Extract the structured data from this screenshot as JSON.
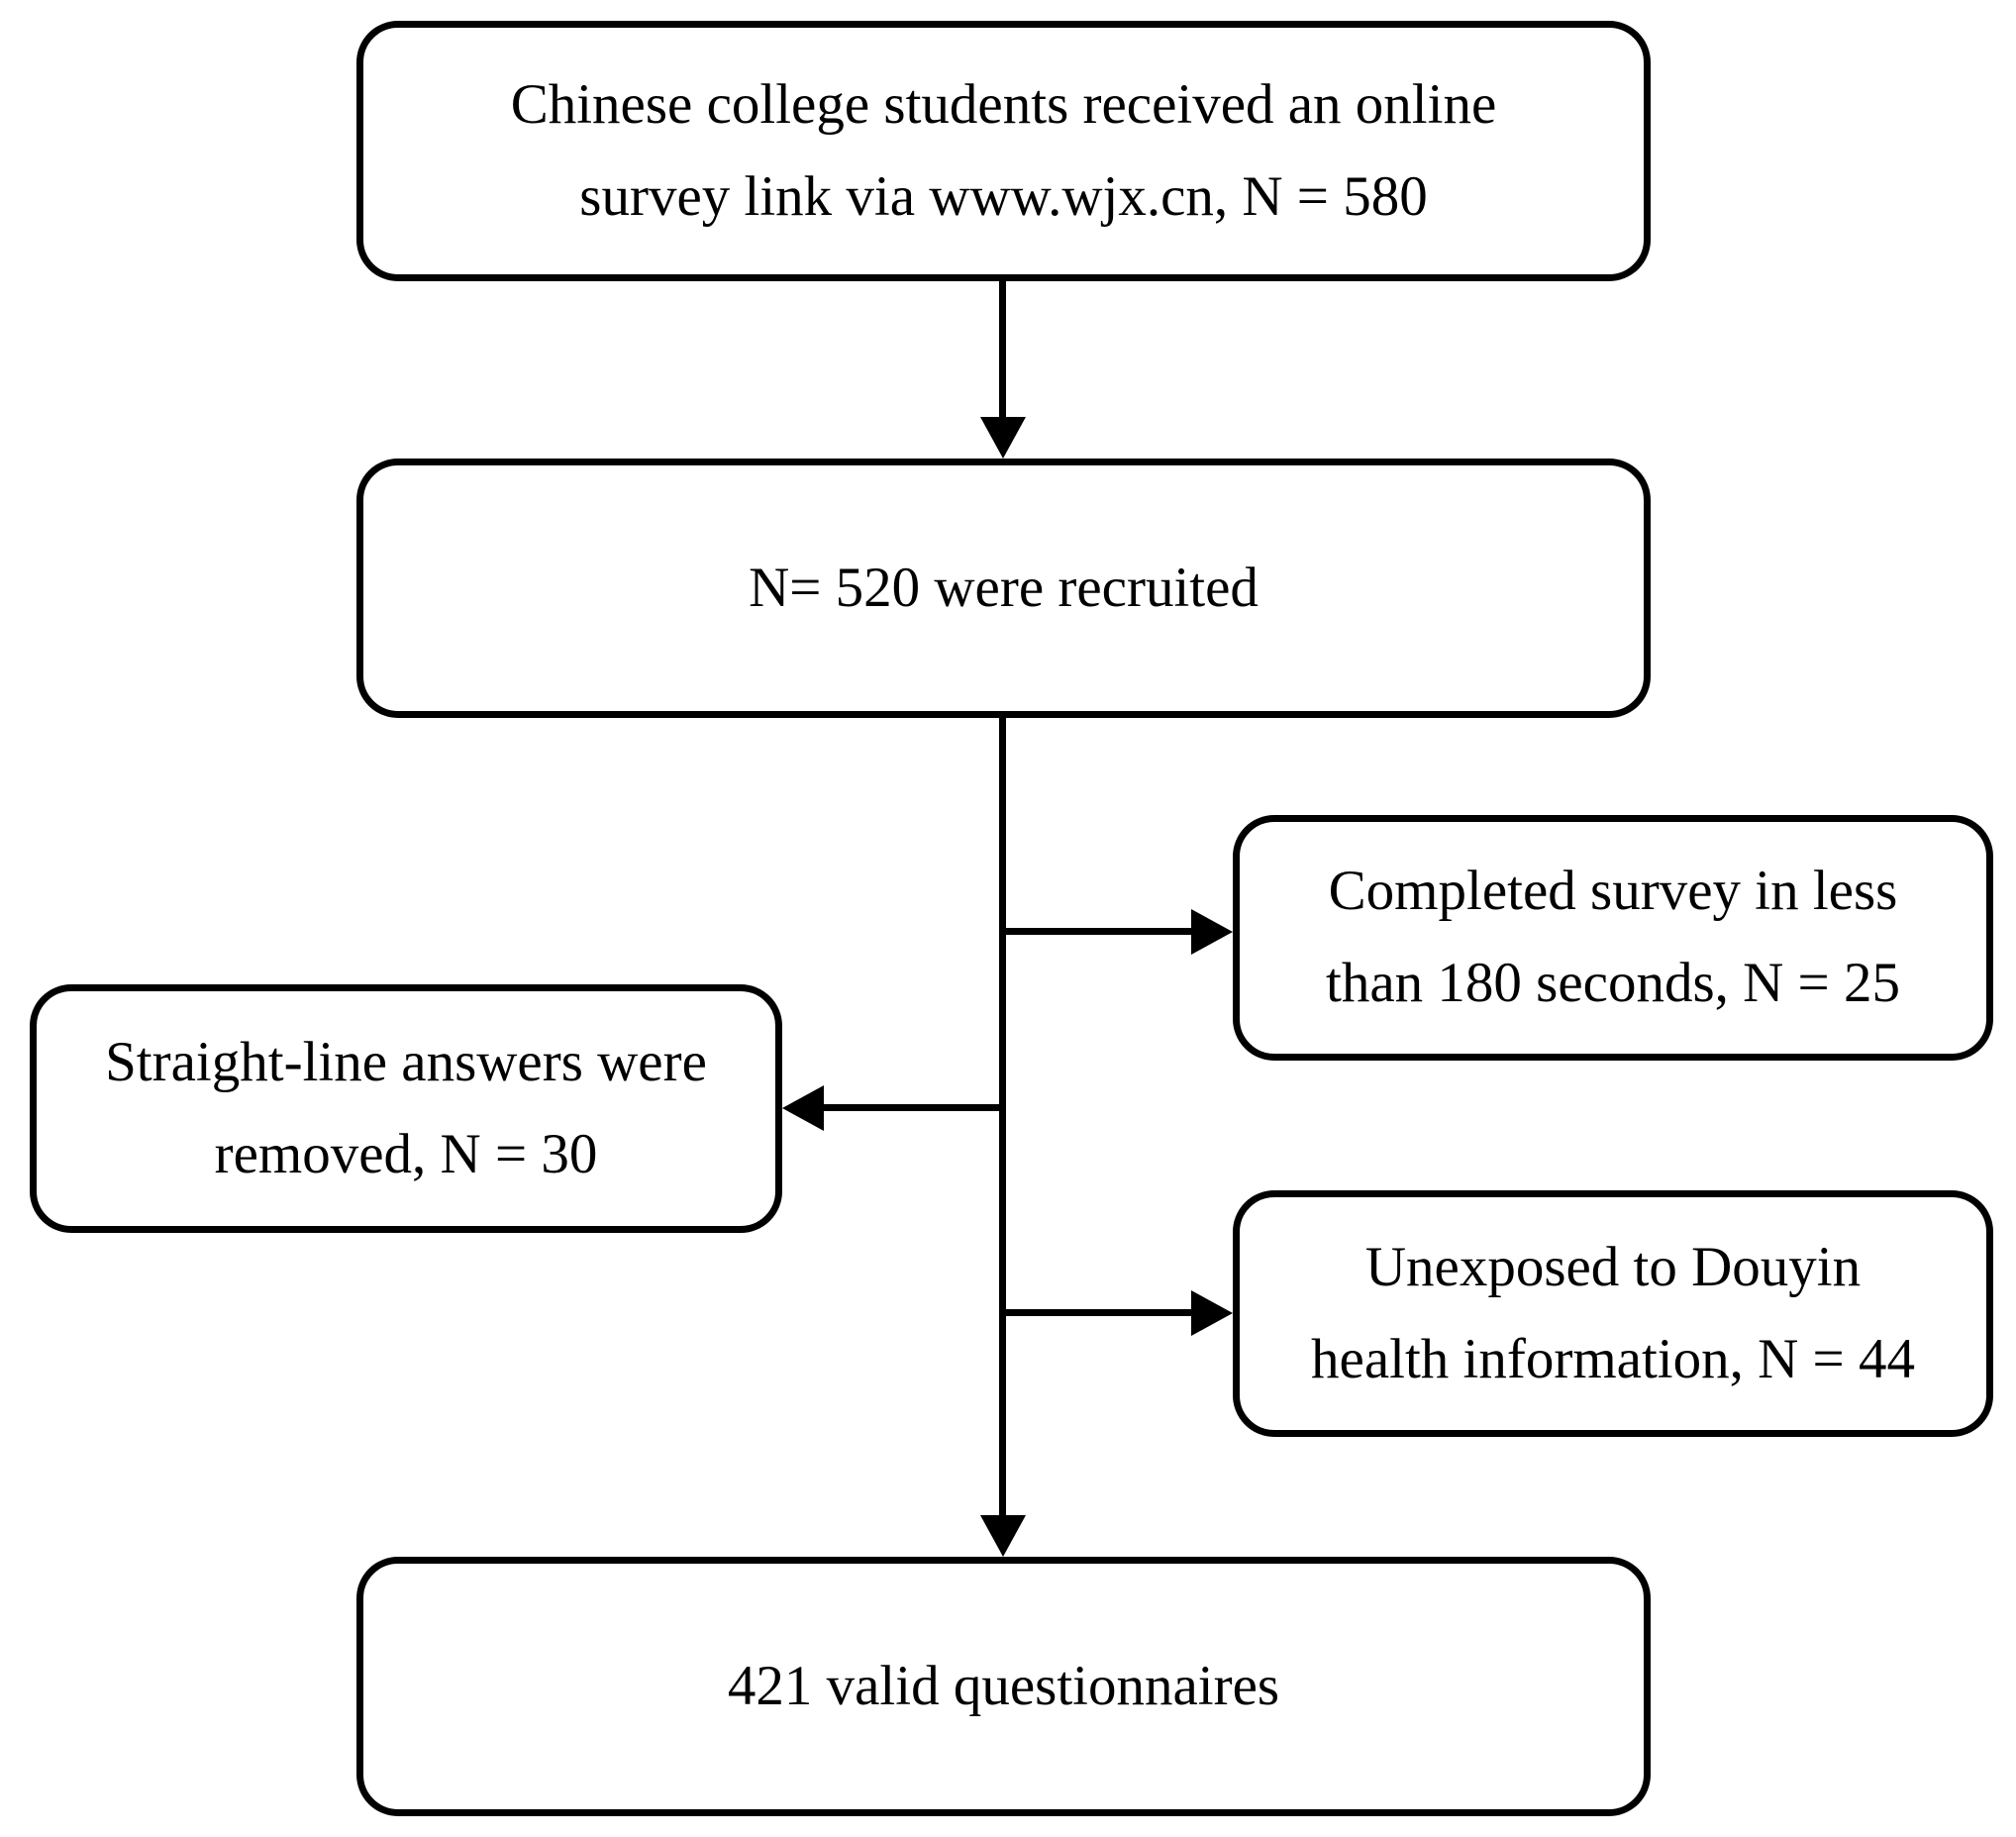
{
  "diagram": {
    "type": "flowchart",
    "colors": {
      "stroke": "#000000",
      "background": "#ffffff",
      "text": "#000000"
    },
    "nodes": {
      "survey_link": {
        "line1": "Chinese college students received an online",
        "line2": "survey link via www.wjx.cn, N = 580"
      },
      "recruited": {
        "line1": "N= 520 were recruited"
      },
      "completed_fast": {
        "line1": "Completed survey in less",
        "line2": "than 180 seconds, N = 25"
      },
      "straight_line_removed": {
        "line1": "Straight-line answers were",
        "line2": "removed, N = 30"
      },
      "unexposed_douyin": {
        "line1": "Unexposed to Douyin",
        "line2": "health information, N = 44"
      },
      "valid_questionnaires": {
        "line1": "421 valid questionnaires"
      }
    },
    "edges": [
      {
        "from": "survey_link",
        "to": "recruited",
        "direction": "down"
      },
      {
        "from": "recruited",
        "to": "completed_fast",
        "direction": "right"
      },
      {
        "from": "recruited",
        "to": "straight_line_removed",
        "direction": "left"
      },
      {
        "from": "recruited",
        "to": "unexposed_douyin",
        "direction": "right"
      },
      {
        "from": "recruited",
        "to": "valid_questionnaires",
        "direction": "down"
      }
    ]
  }
}
